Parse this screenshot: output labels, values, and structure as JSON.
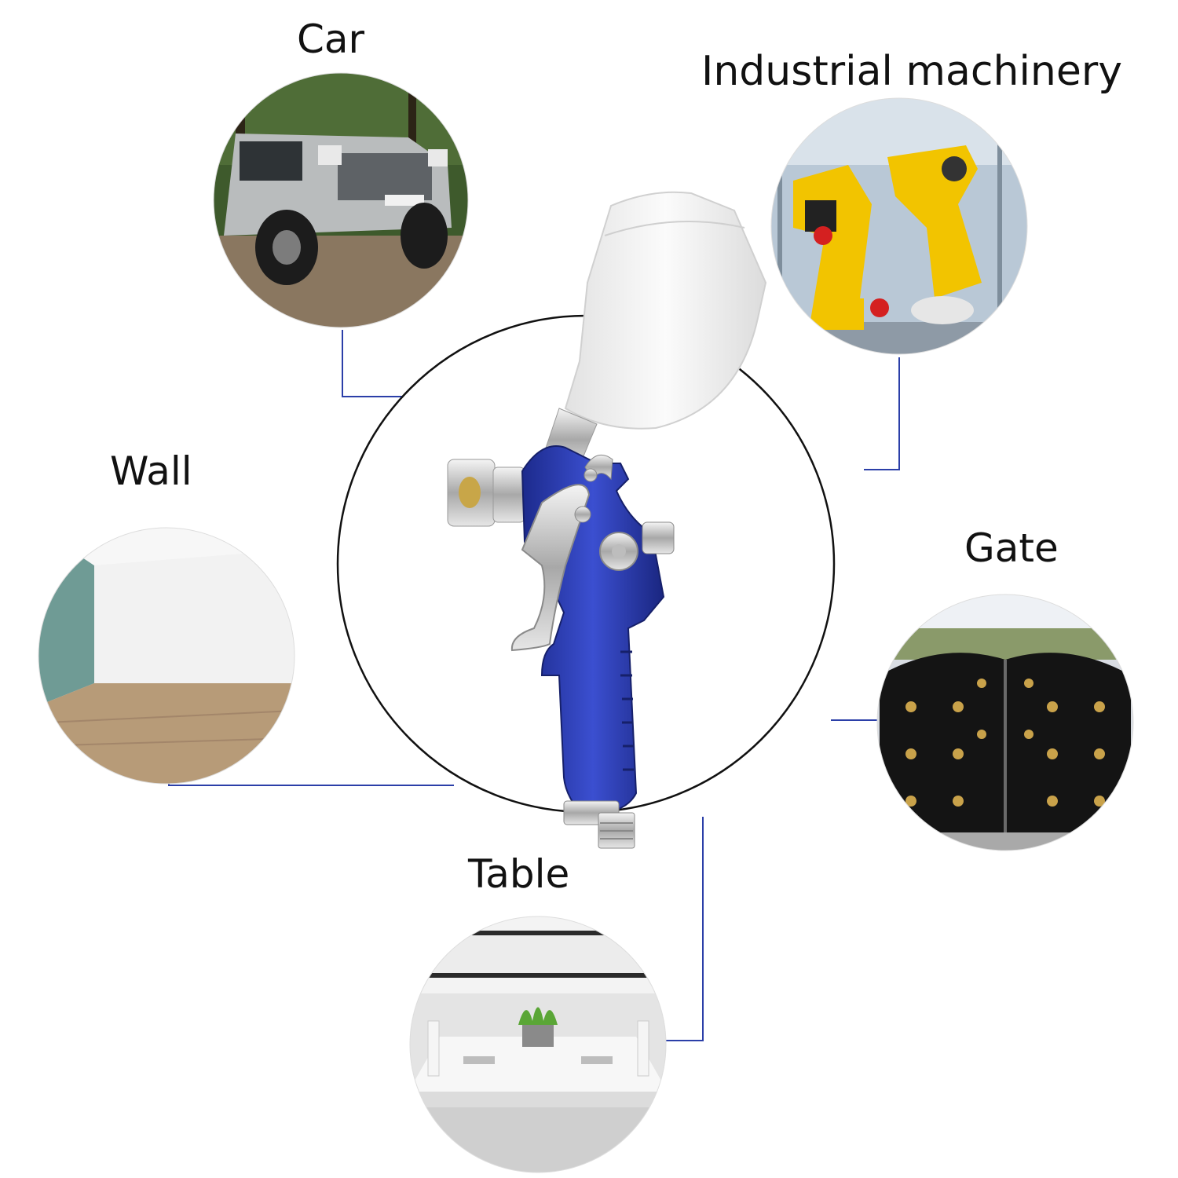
{
  "labels": {
    "car": "Car",
    "industrial": "Industrial machinery",
    "wall": "Wall",
    "gate": "Gate",
    "table": "Table"
  },
  "colors": {
    "connector": "#2b3fa8",
    "ring": "#111111",
    "gun_body": "#2a3aa8",
    "cup": "#eeeeee"
  }
}
